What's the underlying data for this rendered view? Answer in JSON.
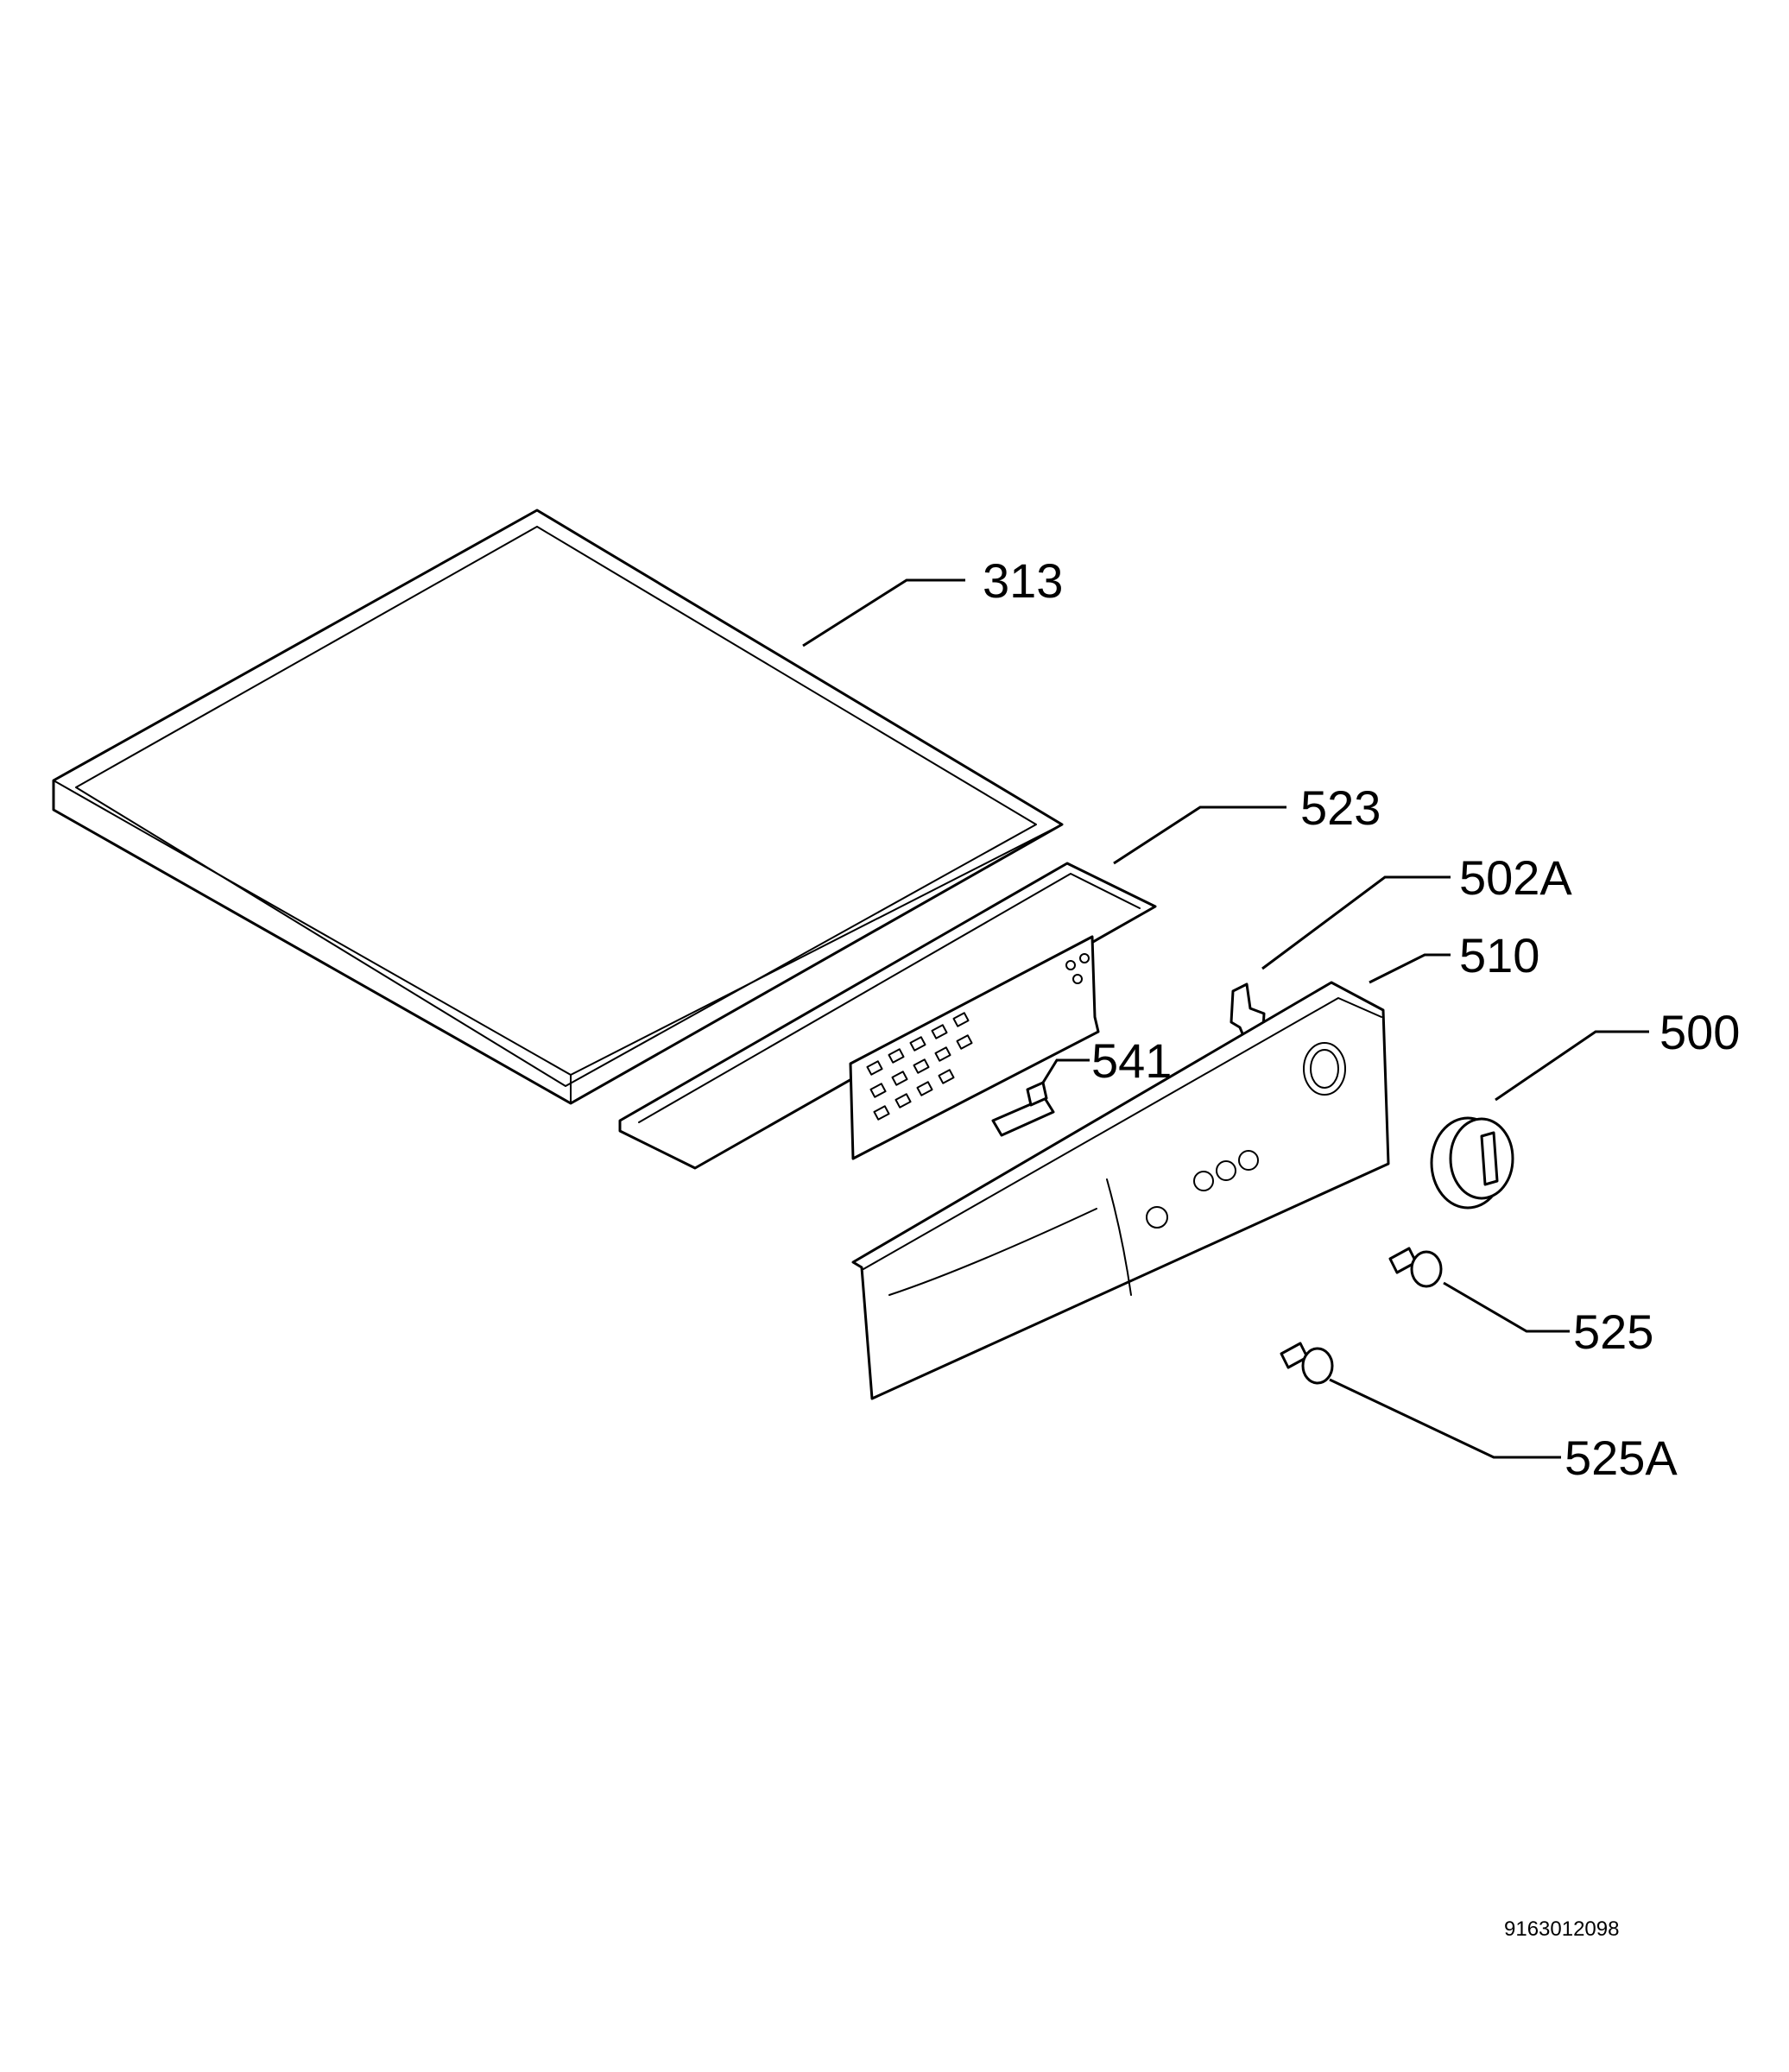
{
  "callouts": {
    "c313": "313",
    "c523": "523",
    "c502a": "502A",
    "c510": "510",
    "c500": "500",
    "c541": "541",
    "c525": "525",
    "c525a": "525A"
  },
  "footer": {
    "document_number": "9163012098"
  }
}
